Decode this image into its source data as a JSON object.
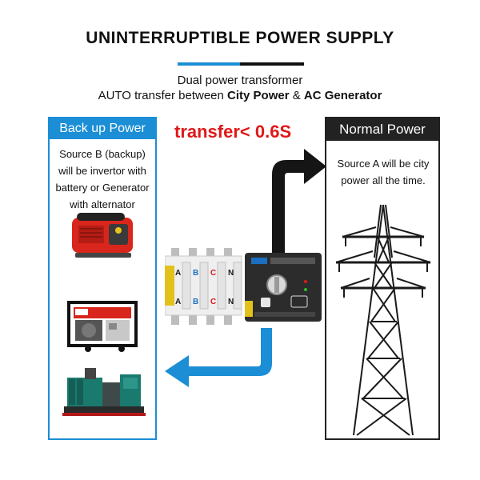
{
  "header": {
    "title": "UNINTERRUPTIBLE POWER SUPPLY",
    "subtitle_line1": "Dual power transformer",
    "subtitle_line2_prefix": "AUTO transfer between ",
    "subtitle_line2_city": "City Power",
    "subtitle_line2_amp": " & ",
    "subtitle_line2_gen": "AC Generator"
  },
  "transfer_label": "transfer< 0.6S",
  "backup_panel": {
    "title": "Back up Power",
    "description": "Source B (backup) will be invertor with battery or Generator with alternator"
  },
  "normal_panel": {
    "title": "Normal Power",
    "description": "Source A will be city power all the time."
  },
  "switch_device": {
    "phase_labels": [
      "A",
      "B",
      "C",
      "N"
    ]
  },
  "colors": {
    "accent_blue": "#1b8ed6",
    "dark": "#222222",
    "transfer_red": "#e01818"
  }
}
